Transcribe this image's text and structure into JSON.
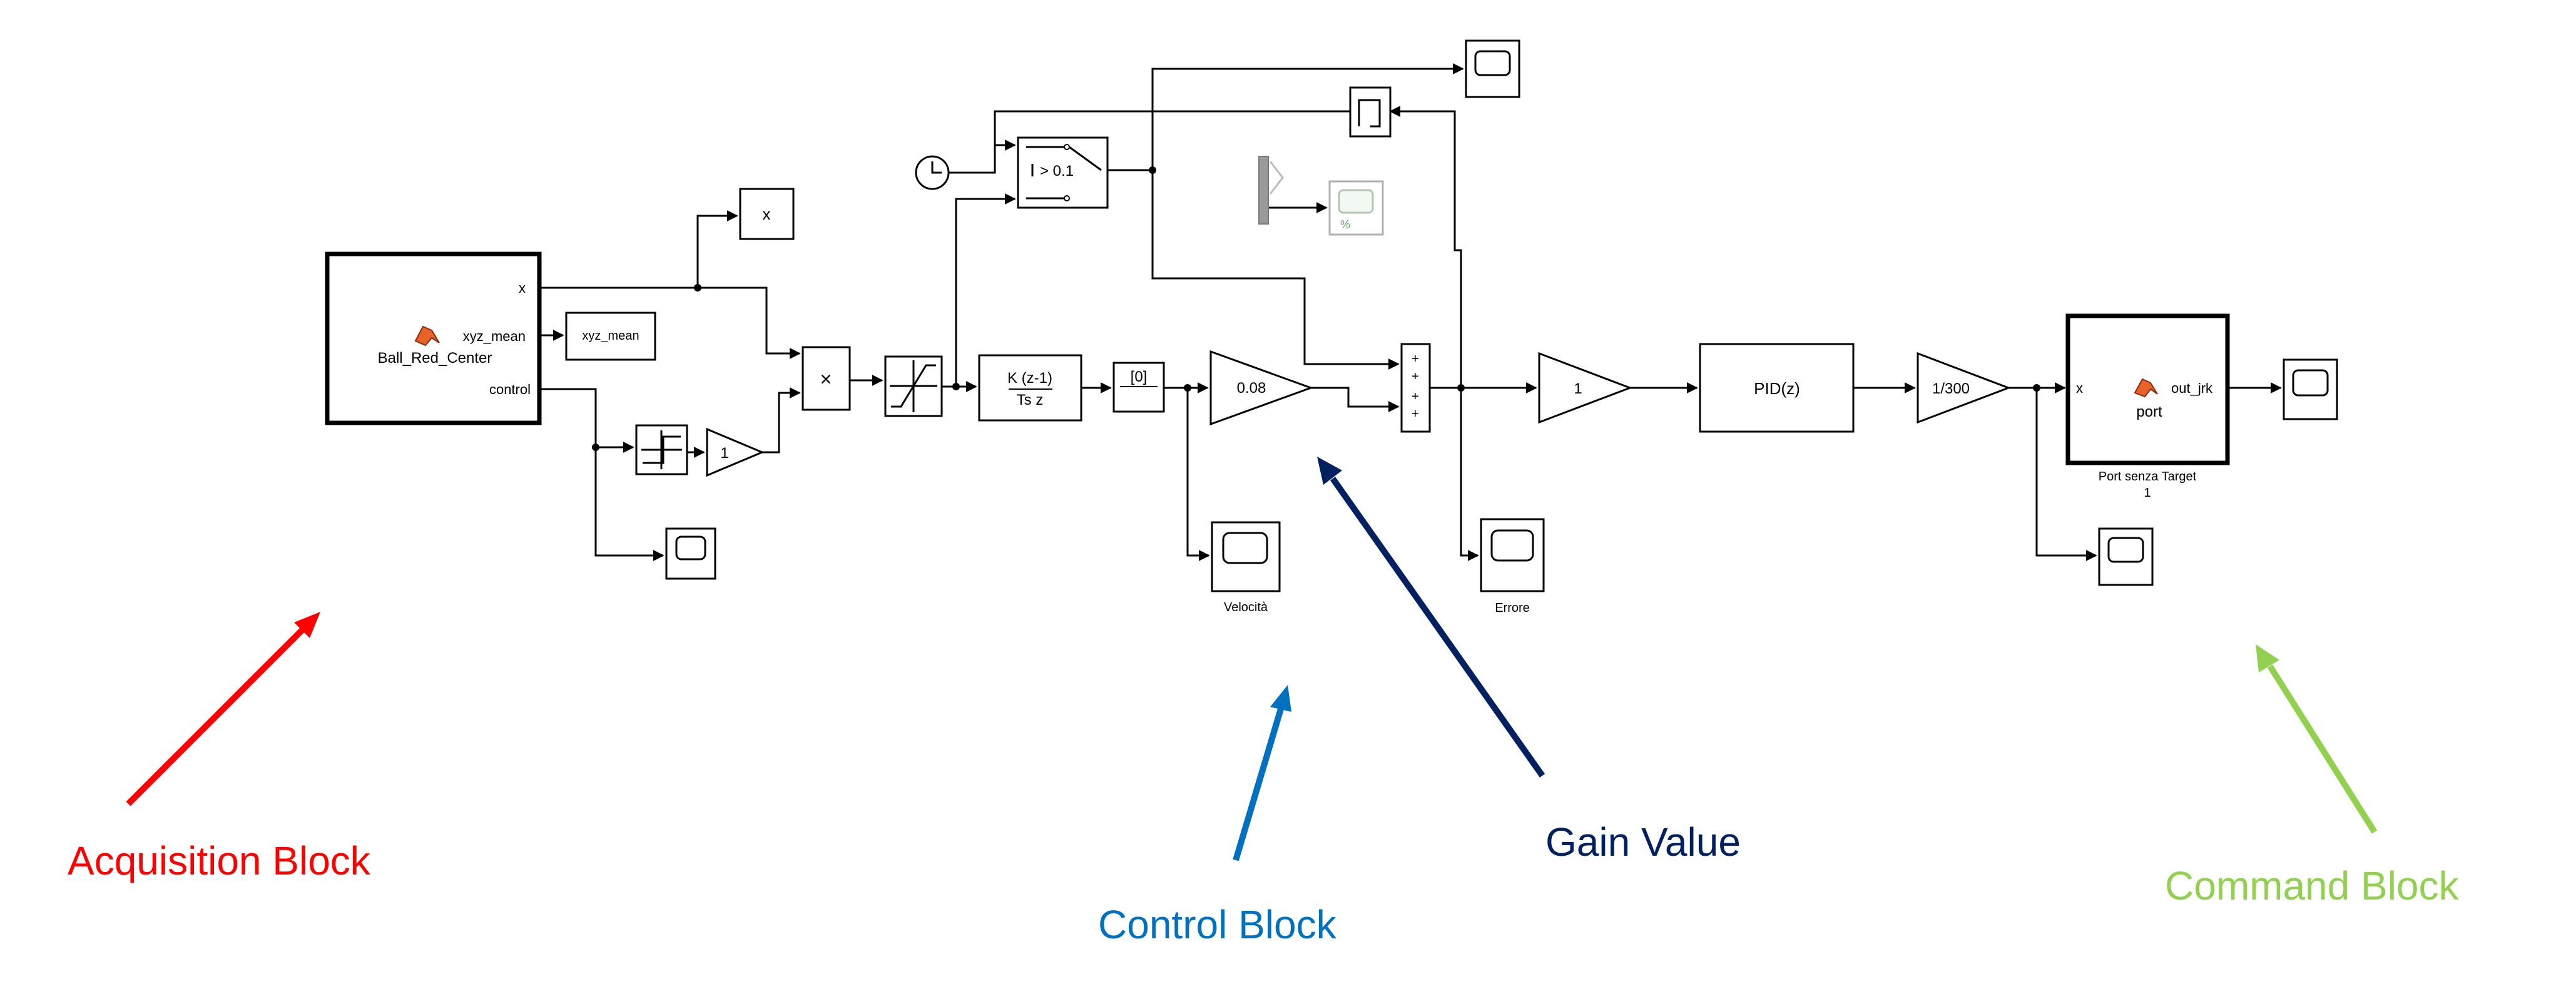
{
  "blocks": {
    "ball_red_center": {
      "name": "Ball_Red_Center",
      "out_x": "x",
      "out_xyz": "xyz_mean",
      "out_control": "control"
    },
    "x_terminal": "x",
    "xyz_terminal": "xyz_mean",
    "product": "×",
    "gain_control": "1",
    "switch_threshold": "> 0.1",
    "discrete_derivative": {
      "numerator": "K (z-1)",
      "denominator": "Ts z"
    },
    "initial_condition": "[0]",
    "gain_value": "0.08",
    "scope_velocita": "Velocità",
    "scope_errore": "Errore",
    "gain_error": "1",
    "pid": "PID(z)",
    "gain_scale": "1/300",
    "command": {
      "in_x": "x",
      "center": "port",
      "out": "out_jrk",
      "caption": "Port senza Target",
      "caption_index": "1"
    },
    "sum_signs": [
      "+",
      "+",
      "+",
      "+"
    ]
  },
  "annotations": {
    "acquisition": "Acquisition Block",
    "control": "Control Block",
    "gain": "Gain Value",
    "command": "Command Block"
  },
  "colors": {
    "acquisition": "#ff0000",
    "control": "#0070c0",
    "gain": "#002060",
    "command": "#92d050",
    "matlab_icon": "#e8622a"
  }
}
